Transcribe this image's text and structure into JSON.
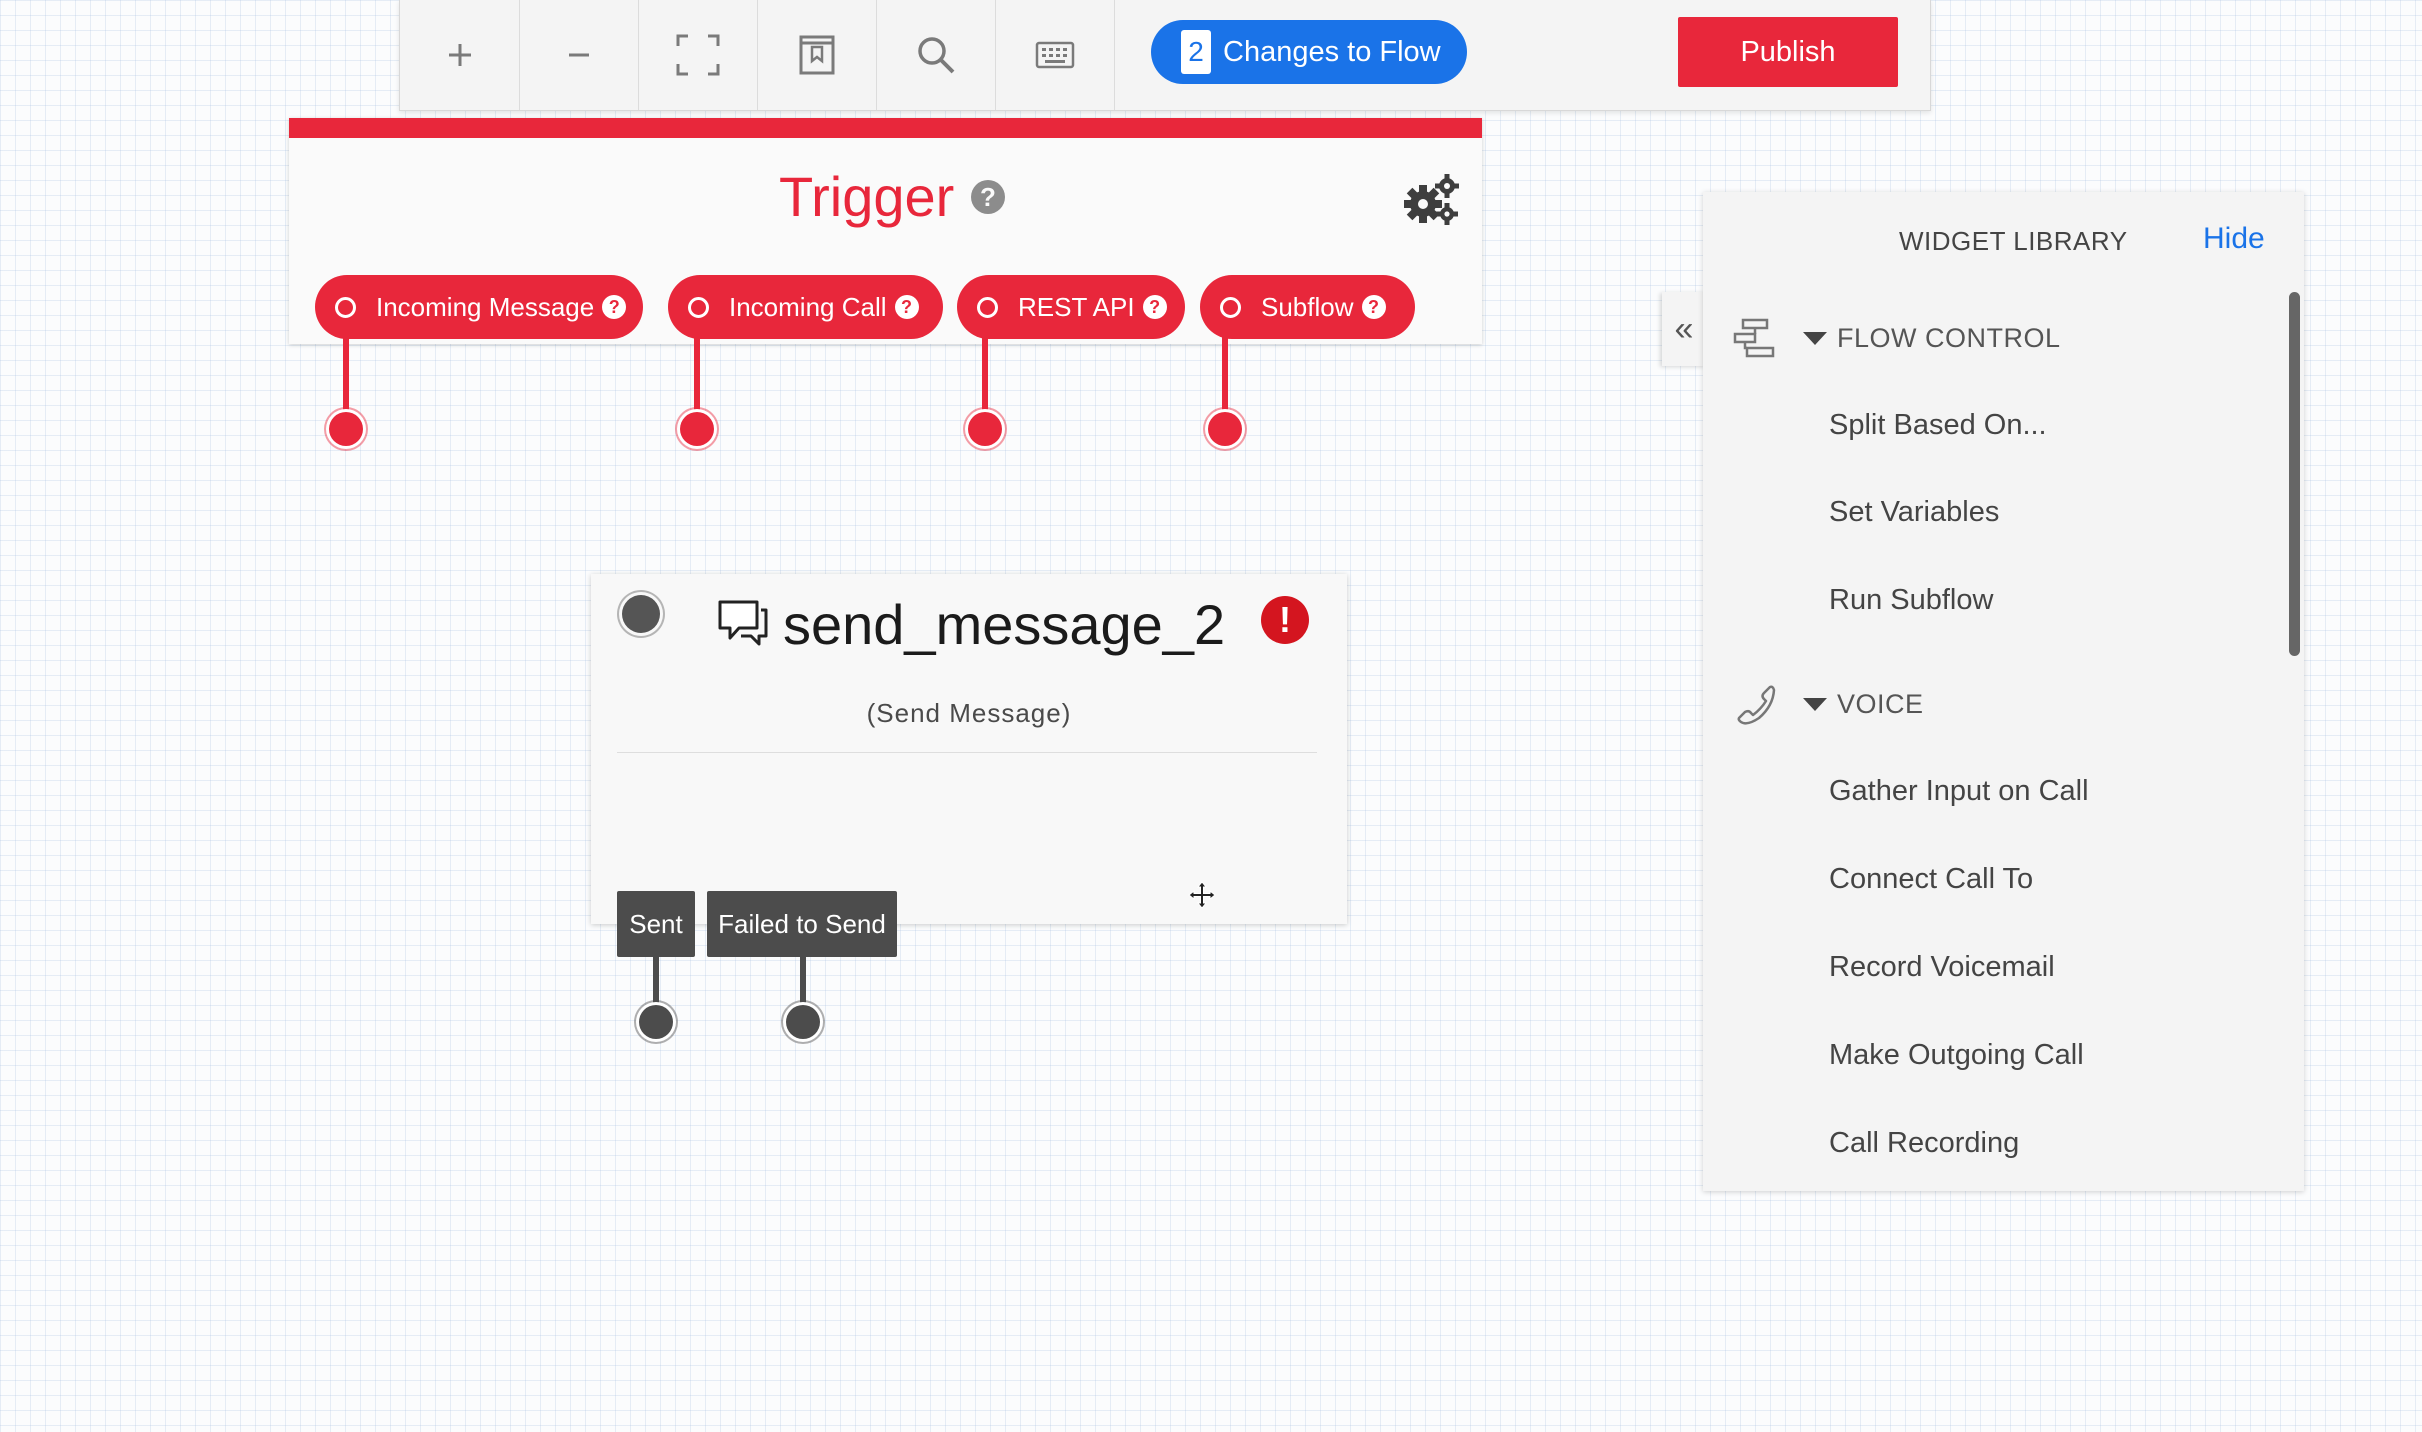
{
  "toolbar": {
    "tools": [
      "zoom-in",
      "zoom-out",
      "fit-to-screen",
      "bookmark",
      "search",
      "keyboard-shortcuts"
    ],
    "changes_count": "2",
    "changes_label": "Changes to Flow",
    "publish_label": "Publish"
  },
  "trigger": {
    "title": "Trigger",
    "help": "?",
    "pills": [
      {
        "label": "Incoming Message",
        "help": "?"
      },
      {
        "label": "Incoming Call",
        "help": "?"
      },
      {
        "label": "REST API",
        "help": "?"
      },
      {
        "label": "Subflow",
        "help": "?"
      }
    ]
  },
  "widget": {
    "title": "send_message_2",
    "subtitle": "(Send Message)",
    "error_mark": "!",
    "ports": [
      "Sent",
      "Failed to Send"
    ]
  },
  "widget_library": {
    "title": "WIDGET LIBRARY",
    "hide_label": "Hide",
    "collapse_glyph": "«",
    "sections": [
      {
        "name": "FLOW CONTROL",
        "icon": "flow-control-icon",
        "items": [
          "Split Based On...",
          "Set Variables",
          "Run Subflow"
        ]
      },
      {
        "name": "VOICE",
        "icon": "phone-icon",
        "items": [
          "Gather Input on Call",
          "Connect Call To",
          "Record Voicemail",
          "Make Outgoing Call",
          "Call Recording"
        ]
      }
    ]
  },
  "colors": {
    "accent_red": "#e8273b",
    "accent_blue": "#1a73e8",
    "dark_port": "#4c4c4c",
    "error_red": "#d4151f"
  }
}
